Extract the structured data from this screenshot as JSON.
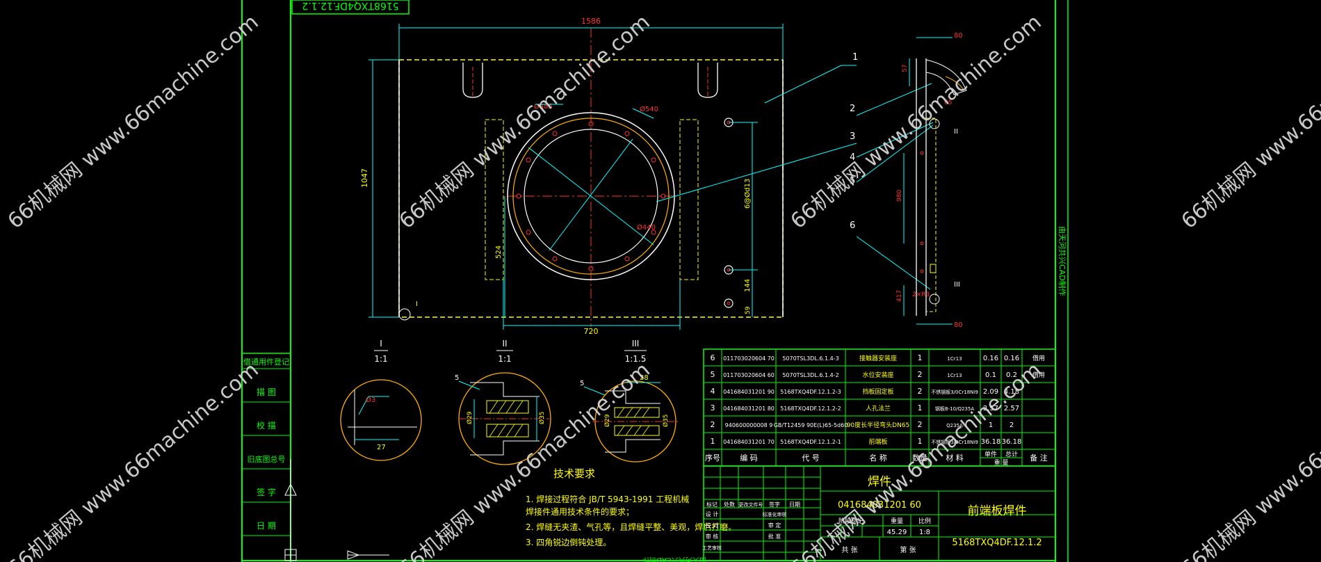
{
  "drawing": {
    "top_stamp": "5168TXQ4DF.12.1.2",
    "side_stamp": "由天河共兴CAD制作",
    "bottom_stamp": "由天河共兴CAD制作"
  },
  "watermarks": [
    "66机械网 www.66machine.com",
    "66机械网 www.66machine.com",
    "66机械网 www.66machine.com",
    "66机械网 www.66machine.com",
    "66机械网 www.66machine.com",
    "66机械网 www.66machine.com",
    "66机械网 www.66machine.com",
    "66机械网 www.66machine.com"
  ],
  "main_view": {
    "dim_width": "1586",
    "dim_height": "1047",
    "dim_bottom": "720",
    "dim_left": "524",
    "dim_right_span": "6@Ød13",
    "dim_right_a": "144",
    "dim_right_b": "59",
    "dim_circle_outer": "Ø540",
    "dim_circle_inner": "Ø440",
    "dim_pcd": "Ø485",
    "detail_marker": "I"
  },
  "side_view": {
    "dim_top": "80",
    "dim_a": "57",
    "dim_b": "65",
    "dim_mid": "980",
    "dim_bottom_a": "417",
    "dim_bottom_b": "80",
    "marker_2": "II",
    "marker_3": "III",
    "weld_note": "2×R3",
    "leaders": [
      "1",
      "2",
      "3",
      "4",
      "5",
      "6"
    ]
  },
  "details": [
    {
      "id": "I",
      "scale": "1:1",
      "dims": [
        "Ø3",
        "27"
      ]
    },
    {
      "id": "II",
      "scale": "1:1",
      "dims": [
        "Ø29",
        "Ø35",
        "5"
      ]
    },
    {
      "id": "III",
      "scale": "1:1.5",
      "dims": [
        "28",
        "Ø29",
        "Ø35",
        "5"
      ]
    }
  ],
  "tech_requirements": {
    "title": "技术要求",
    "items": [
      "1. 焊接过程符合 JB/T 5943-1991 工程机械",
      "   焊接件通用技术条件的要求；",
      "2. 焊缝无夹渣、气孔等，且焊缝平整、美观，焊后打磨。",
      "3. 四角锐边倒钝处理。"
    ]
  },
  "left_column": [
    "借通用件登记",
    "描 图",
    "校 描",
    "旧底图总号",
    "签 字",
    "日 期"
  ],
  "bom": {
    "rows": [
      [
        "6",
        "011703020604 70",
        "5070TSL3DL.6.1.4-3",
        "接触器安装座",
        "1",
        "1Cr13",
        "0.16",
        "0.16",
        "借用"
      ],
      [
        "5",
        "011703020604 60",
        "5070TSL3DL.6.1.4-2",
        "水位安装座",
        "2",
        "1Cr13",
        "0.1",
        "0.2",
        "借用"
      ],
      [
        "4",
        "041684031201 90",
        "5168TXQ4DF.12.1.2-3",
        "挡板固定板",
        "2",
        "不锈钢板3/0Cr18Ni9",
        "2.09",
        "4.18",
        ""
      ],
      [
        "3",
        "041684031201 80",
        "5168TXQ4DF.12.1.2-2",
        "人孔法兰",
        "1",
        "钢板B-10/Q235A",
        "2.57",
        "2.57",
        ""
      ],
      [
        "2",
        "940600000008 9",
        "GB/T12459 90E(L)65-5d60",
        "90度长半径弯头DN65",
        "2",
        "Q235A",
        "1",
        "2",
        ""
      ],
      [
        "1",
        "041684031201 70",
        "5168TXQ4DF.12.1.2-1",
        "前端板",
        "1",
        "不锈钢板3/0Cr18Ni9",
        "36.18",
        "36.18",
        ""
      ]
    ],
    "header": [
      "序号",
      "编 码",
      "代 号",
      "名 称",
      "数量",
      "材 料",
      "单件",
      "总计",
      "备 注"
    ],
    "weight_header": "重 量"
  },
  "title_block": {
    "category": "焊件",
    "part_code": "041684031201 60",
    "part_name": "前端板焊件",
    "drawing_no": "5168TXQ4DF.12.1.2",
    "weight": "45.29",
    "scale": "1:8",
    "stage_label": "阶段标记",
    "weight_label": "重量",
    "scale_label": "比例",
    "sheet_total": "共 张",
    "sheet_no": "第 张",
    "rev_labels": [
      "标记",
      "处数",
      "更改文件号",
      "签字",
      "日期"
    ],
    "roles": [
      "设 计",
      "校 对",
      "审 核",
      "工艺审核"
    ],
    "roles2": [
      "标准化审核",
      "审 定",
      "批 准"
    ]
  }
}
